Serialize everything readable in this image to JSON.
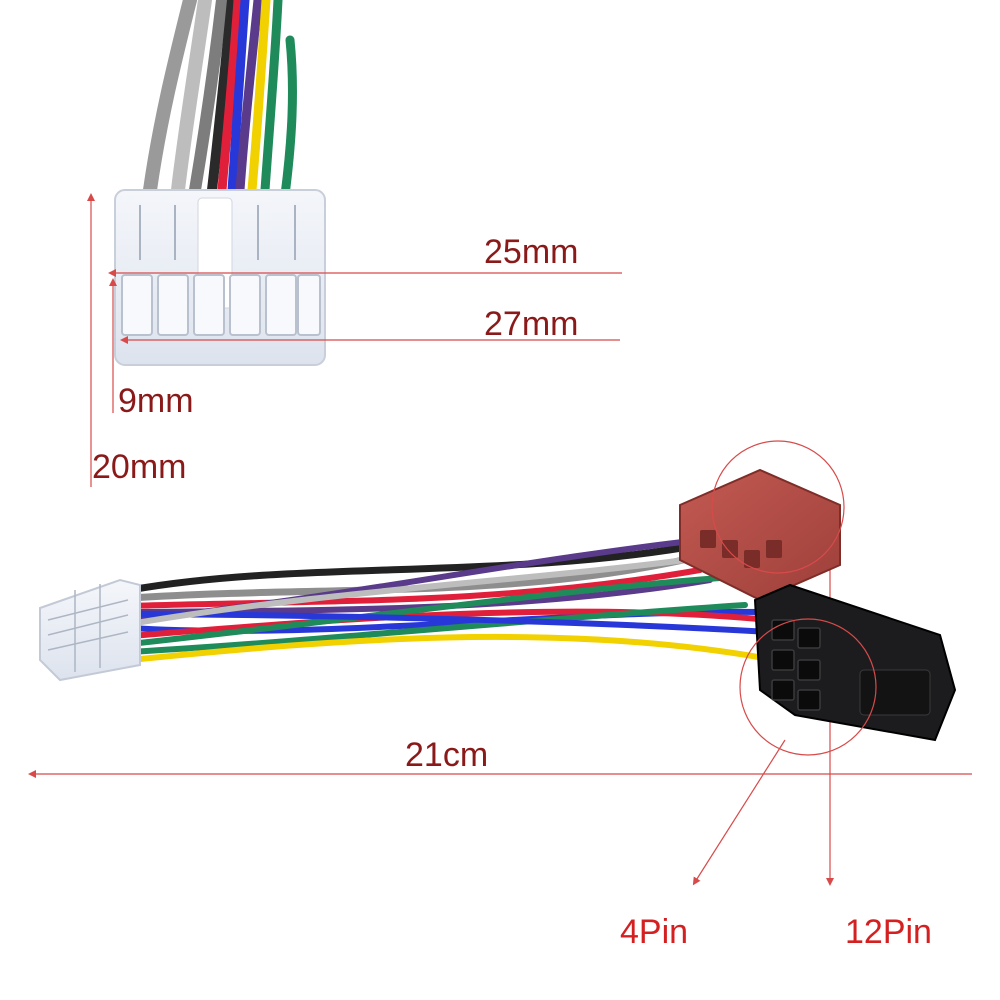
{
  "dimensions": {
    "width_25": "25mm",
    "width_27": "27mm",
    "height_9": "9mm",
    "height_20": "20mm",
    "length_21": "21cm"
  },
  "pins": {
    "four": "4Pin",
    "twelve": "12Pin"
  },
  "colors": {
    "dimension_line": "#d84a4a",
    "label_dark_red": "#8a1a1a",
    "label_red": "#d42020",
    "housing_red": "#b8504a",
    "housing_black": "#1c1c1e",
    "housing_clear": "#eef1f6",
    "wire_grey": "#8e8e8e",
    "wire_black": "#222222",
    "wire_red": "#e0203a",
    "wire_yellow": "#f2d100",
    "wire_blue": "#2838d8",
    "wire_green": "#1f8a5a",
    "wire_purple": "#5a3a8a",
    "wire_white": "#d8d8d8"
  },
  "icons": {
    "arrowheads": "arrow-icon"
  }
}
